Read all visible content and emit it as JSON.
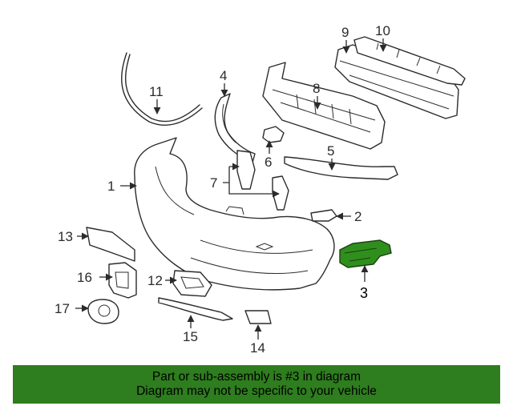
{
  "diagram": {
    "callouts": [
      "1",
      "2",
      "3",
      "4",
      "5",
      "6",
      "7",
      "8",
      "9",
      "10",
      "11",
      "12",
      "13",
      "14",
      "15",
      "16",
      "17"
    ],
    "highlighted_part": "3"
  },
  "colors": {
    "banner": "#2e7d1e",
    "highlight": "#2f8f1c",
    "line": "#2b2b2b"
  },
  "banner": {
    "line1": "Part or sub-assembly is #3 in diagram",
    "line2": "Diagram may not be specific to your vehicle"
  }
}
